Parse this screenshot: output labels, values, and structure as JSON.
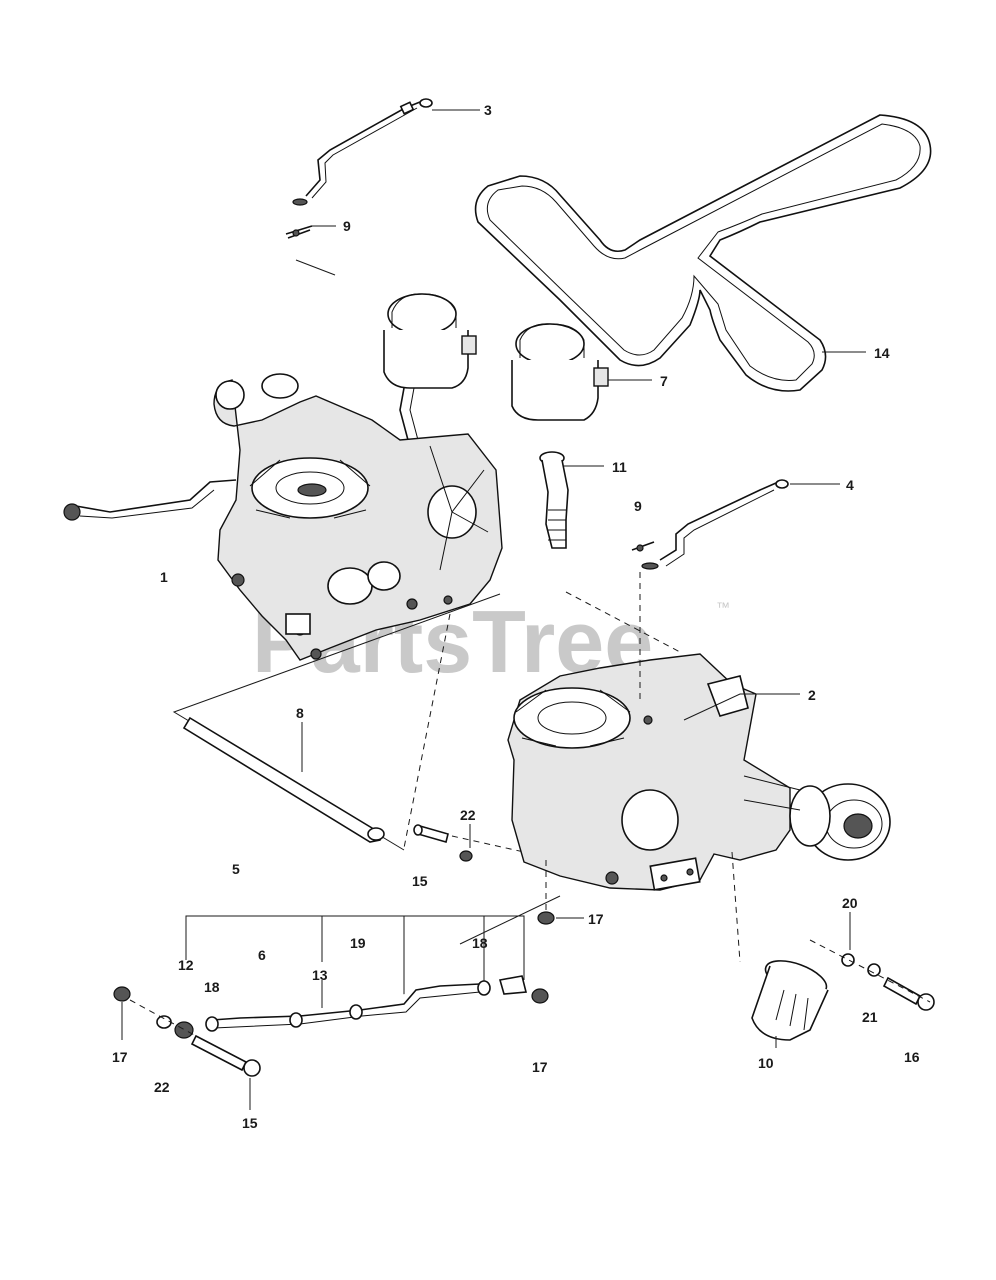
{
  "watermark": {
    "text": "PartsTree",
    "trademark": "™"
  },
  "callouts": {
    "c1": "1",
    "c2": "2",
    "c3": "3",
    "c4": "4",
    "c5": "5",
    "c6": "6",
    "c7": "7",
    "c8": "8",
    "c9a": "9",
    "c9b": "9",
    "c10": "10",
    "c11": "11",
    "c12": "12",
    "c13": "13",
    "c14": "14",
    "c15a": "15",
    "c15b": "15",
    "c16": "16",
    "c17a": "17",
    "c17b": "17",
    "c17c": "17",
    "c18a": "18",
    "c18b": "18",
    "c19": "19",
    "c20": "20",
    "c21": "21",
    "c22a": "22",
    "c22b": "22"
  }
}
